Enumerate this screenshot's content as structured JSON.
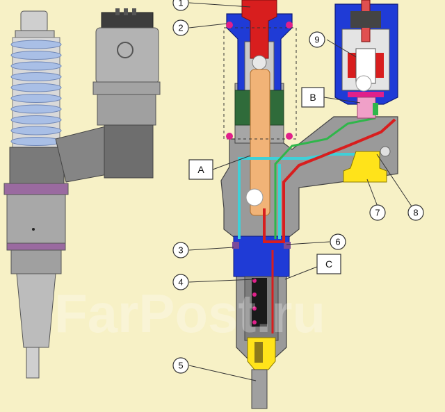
{
  "watermark": "FarPost.ru",
  "callouts": {
    "n1": "1",
    "n2": "2",
    "n3": "3",
    "n4": "4",
    "n5": "5",
    "n6": "6",
    "n7": "7",
    "n8": "8",
    "n9": "9",
    "bA": "A",
    "bB": "B",
    "bC": "C"
  },
  "colors": {
    "background": "#f7f1c6",
    "body_grey": "#8c8c8c",
    "fuel_red": "#d81e1e",
    "return_cyan": "#3fd0d8",
    "leak_green": "#2fb64a",
    "seal_blue": "#1f3bd6",
    "valve_yellow": "#ffe31a",
    "spring_blue": "#a9bfe6"
  }
}
